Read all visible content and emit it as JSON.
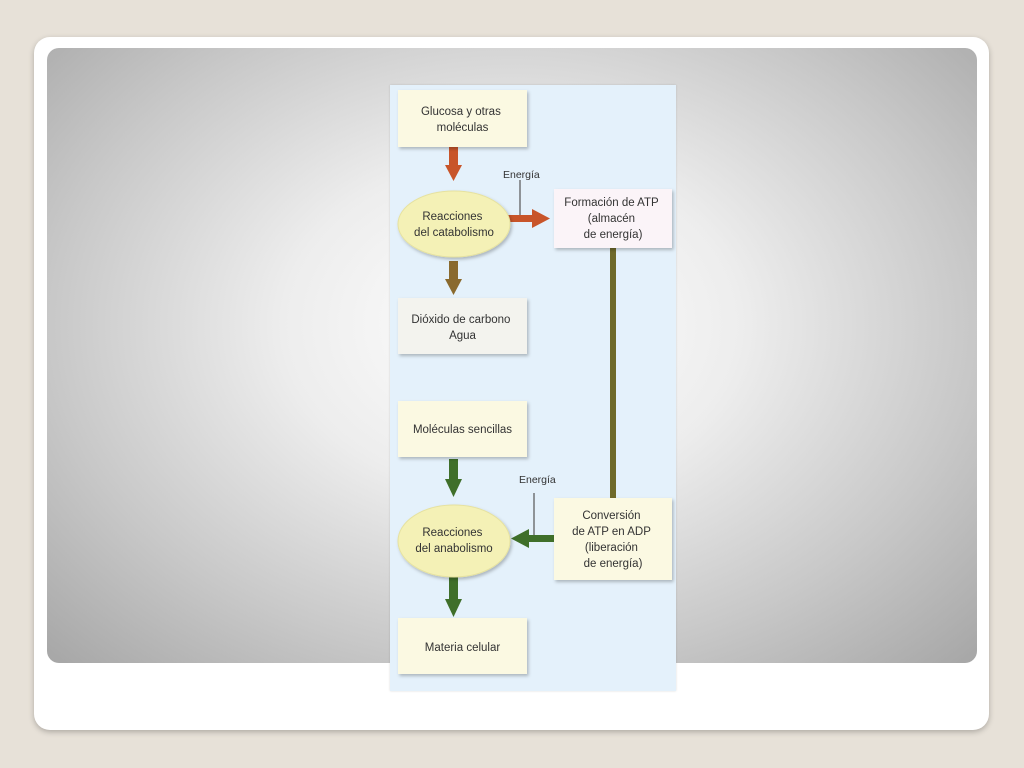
{
  "diagram": {
    "nodes": {
      "glucose": {
        "lines": [
          "Glucosa y otras",
          "moléculas"
        ]
      },
      "catabolism": {
        "lines": [
          "Reacciones",
          "del catabolismo"
        ]
      },
      "atp_formation": {
        "lines": [
          "Formación de ATP",
          "(almacén",
          "de energía)"
        ]
      },
      "co2_water": {
        "lines": [
          "Dióxido de carbono",
          "Agua"
        ]
      },
      "simple_molecules": {
        "lines": [
          "Moléculas sencillas"
        ]
      },
      "anabolism": {
        "lines": [
          "Reacciones",
          "del anabolismo"
        ]
      },
      "atp_conversion": {
        "lines": [
          "Conversión",
          "de ATP en ADP",
          "(liberación",
          "de energía)"
        ]
      },
      "cell_matter": {
        "lines": [
          "Materia celular"
        ]
      }
    },
    "labels": {
      "energy_top": "Energía",
      "energy_bottom": "Energía"
    },
    "colors": {
      "box_fill": "#fbf9e2",
      "box_fill_gray": "#f3f3ee",
      "box_fill_pink": "#fbf4f8",
      "ellipse_fill": "#f4f1b6",
      "arrow_orange": "#c8552a",
      "arrow_brown": "#8a6a2e",
      "arrow_green": "#3f6f2a",
      "connector": "#6f6a2a"
    }
  }
}
